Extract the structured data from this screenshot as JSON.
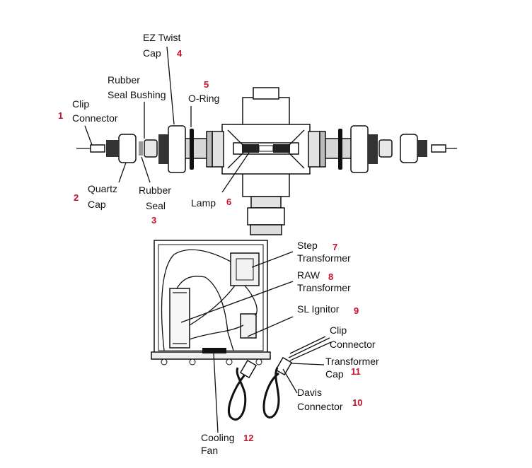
{
  "callouts": [
    {
      "number": "1",
      "lines": [
        "Clip",
        "Connector"
      ]
    },
    {
      "number": "2",
      "lines": [
        "Quartz",
        "Cap"
      ]
    },
    {
      "number": "3",
      "lines": [
        "Rubber",
        "Seal"
      ]
    },
    {
      "number": "4",
      "lines": [
        "EZ Twist",
        "Cap"
      ]
    },
    {
      "number": "5",
      "lines": [
        "O-Ring"
      ]
    },
    {
      "number": "",
      "lines": [
        "Rubber",
        "Seal Bushing"
      ]
    },
    {
      "number": "6",
      "lines": [
        "Lamp"
      ]
    },
    {
      "number": "7",
      "lines": [
        "Step",
        "Transformer"
      ]
    },
    {
      "number": "8",
      "lines": [
        "RAW",
        "Transformer"
      ]
    },
    {
      "number": "9",
      "lines": [
        "SL Ignitor"
      ]
    },
    {
      "number": "",
      "lines": [
        "Clip",
        "Connector"
      ]
    },
    {
      "number": "11",
      "lines": [
        "Transformer",
        "Cap"
      ]
    },
    {
      "number": "10",
      "lines": [
        "Davis",
        "Connector"
      ]
    },
    {
      "number": "12",
      "lines": [
        "Cooling",
        "Fan"
      ]
    }
  ]
}
